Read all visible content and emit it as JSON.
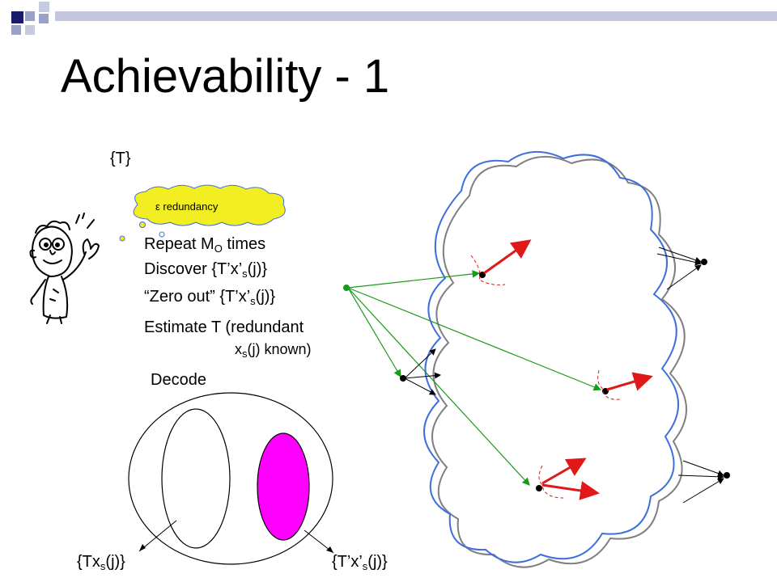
{
  "slide": {
    "title": "Achievability - 1",
    "clipped_label": "{T}",
    "thought_bubble": "ε redundancy",
    "steps": {
      "repeat_prefix": "Repeat M",
      "repeat_sub": "O",
      "repeat_suffix": " times",
      "discover_prefix": "Discover {T’x’",
      "discover_sub": "s",
      "discover_suffix": "(j)}",
      "zero_prefix": "“Zero out” {T’x’",
      "zero_sub": "s",
      "zero_suffix": "(j)}",
      "estimate_line1": "Estimate T (redundant",
      "estimate_line2_prefix": "x",
      "estimate_line2_sub": "s",
      "estimate_line2_suffix": "(j) known)"
    },
    "decode_label": "Decode",
    "left_set_prefix": "{Tx",
    "left_set_sub": "s",
    "left_set_suffix": "(j)}",
    "right_set_prefix": "{T’x’",
    "right_set_sub": "s",
    "right_set_suffix": "(j)}"
  },
  "colors": {
    "title_squares": [
      "#1a1a6e",
      "#9aa0c8",
      "#c7cbe0"
    ],
    "header_bar": "#b9bcd6",
    "thought_bubble": "#f2ee22",
    "cloud_outline_blue": "#3f6fdc",
    "cloud_outline_gray": "#808080",
    "green_arrows": "#1a9a1a",
    "red_arrows": "#e01818",
    "magenta_ellipse": "#ff00ff"
  }
}
